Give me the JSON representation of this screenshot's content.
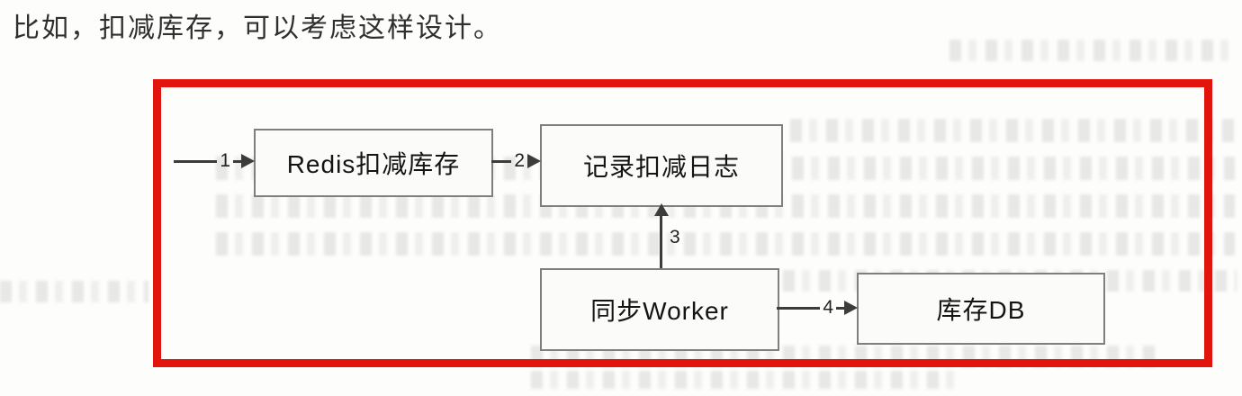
{
  "page": {
    "intro_text": "比如，扣减库存，可以考虑这样设计。"
  },
  "diagram": {
    "accent_color": "#e2150e",
    "nodes": [
      {
        "id": "redis",
        "label": "Redis扣减库存"
      },
      {
        "id": "log",
        "label": "记录扣减日志"
      },
      {
        "id": "worker",
        "label": "同步Worker"
      },
      {
        "id": "db",
        "label": "库存DB"
      }
    ],
    "arrows": [
      {
        "label": "1",
        "from": "start",
        "to": "redis",
        "direction": "right"
      },
      {
        "label": "2",
        "from": "redis",
        "to": "log",
        "direction": "right"
      },
      {
        "label": "3",
        "from": "worker",
        "to": "log",
        "direction": "up"
      },
      {
        "label": "4",
        "from": "worker",
        "to": "db",
        "direction": "right"
      }
    ]
  }
}
